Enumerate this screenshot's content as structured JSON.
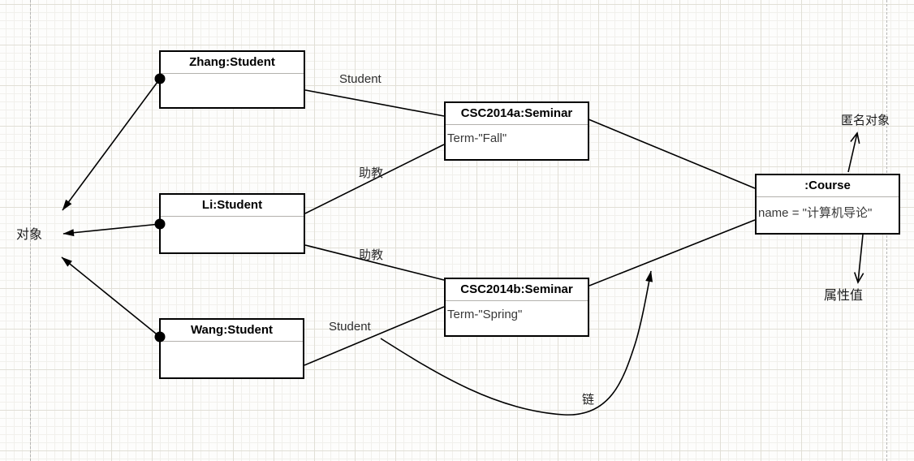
{
  "diagram": {
    "nodes": [
      {
        "id": "zhang",
        "title": "Zhang:Student",
        "body": ""
      },
      {
        "id": "li",
        "title": "Li:Student",
        "body": ""
      },
      {
        "id": "wang",
        "title": "Wang:Student",
        "body": ""
      },
      {
        "id": "seminar_a",
        "title": "CSC2014a:Seminar",
        "body": "Term-\"Fall\""
      },
      {
        "id": "seminar_b",
        "title": "CSC2014b:Seminar",
        "body": "Term-\"Spring\""
      },
      {
        "id": "course",
        "title": ":Course",
        "body": "name = \"计算机导论\""
      }
    ],
    "edge_labels": [
      {
        "id": "zhang-to-seminar-a",
        "text": "Student"
      },
      {
        "id": "li-to-seminar-a",
        "text": "助教"
      },
      {
        "id": "li-to-seminar-b",
        "text": "助教"
      },
      {
        "id": "wang-to-seminar-b",
        "text": "Student"
      }
    ],
    "annotations": [
      {
        "id": "object-callout",
        "text": "对象"
      },
      {
        "id": "anonymous-object-callout",
        "text": "匿名对象"
      },
      {
        "id": "attribute-value-callout",
        "text": "属性值"
      },
      {
        "id": "link-callout",
        "text": "链"
      }
    ],
    "colors": {
      "node_border": "#000000",
      "node_fill": "#ffffff",
      "divider": "#b3b1ad",
      "grid_minor": "#f1f0ec",
      "grid_major": "#e1dfd6",
      "page_guide": "#b5b5b5",
      "edge_stroke": "#000000"
    }
  }
}
